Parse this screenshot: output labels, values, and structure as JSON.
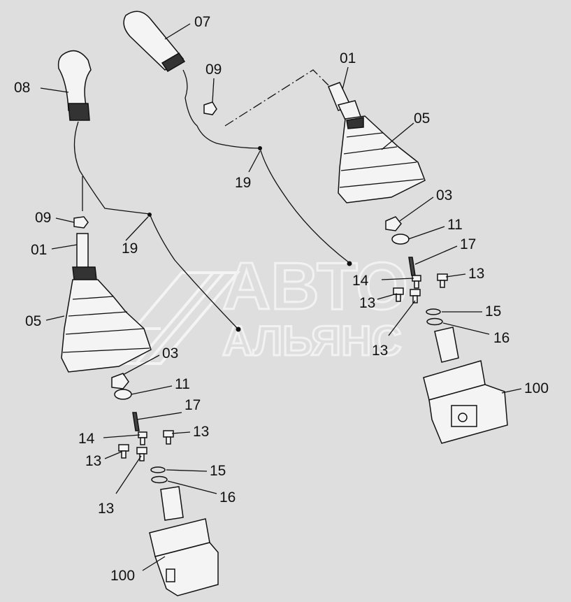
{
  "watermark": {
    "line1": "АВТО",
    "line2": "АЛЬЯНС"
  },
  "labels": {
    "l07": "07",
    "l01_right": "01",
    "l09_right": "09",
    "l05_right": "05",
    "l19_right": "19",
    "l03_right": "03",
    "l11_right": "11",
    "l17_right": "17",
    "l14_right": "14",
    "l13_right_a": "13",
    "l13_right_b": "13",
    "l13_right_c": "13",
    "l15_right": "15",
    "l16_right": "16",
    "l100_right": "100",
    "l08": "08",
    "l09_left": "09",
    "l01_left": "01",
    "l19_left": "19",
    "l05_left": "05",
    "l03_left": "03",
    "l11_left": "11",
    "l17_left": "17",
    "l14_left": "14",
    "l13_left_a": "13",
    "l13_left_b": "13",
    "l13_left_c": "13",
    "l15_left": "15",
    "l16_left": "16",
    "l100_left": "100"
  },
  "colors": {
    "background": "#dedede",
    "part_fill": "#f4f4f4",
    "line": "#111111",
    "watermark": "#f2f2f2"
  }
}
